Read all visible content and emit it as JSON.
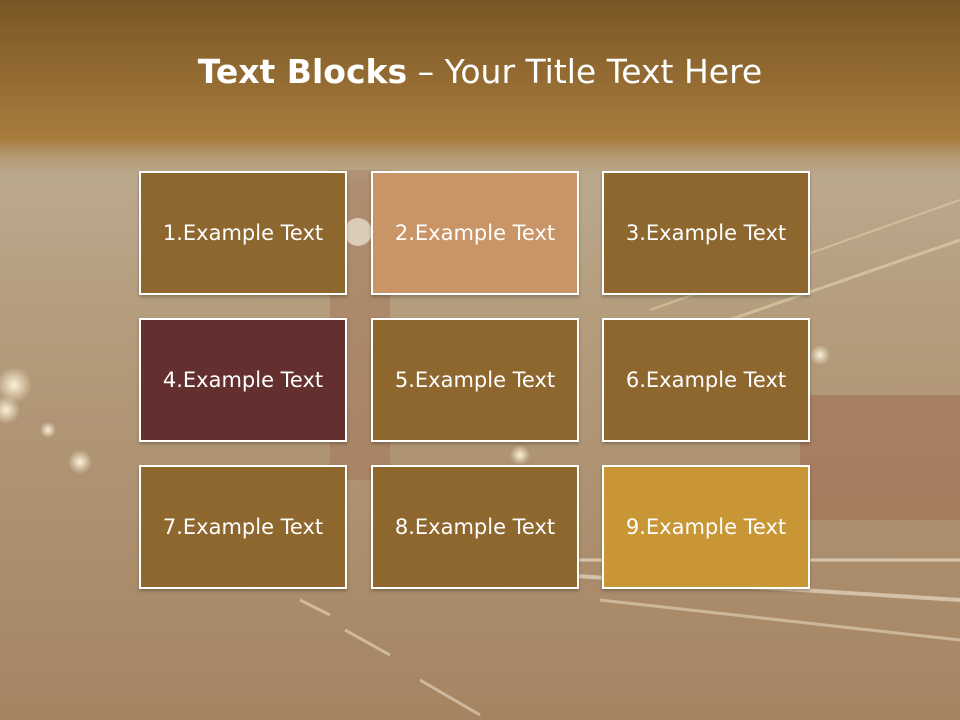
{
  "title": {
    "bold": "Text Blocks",
    "separator": " – ",
    "rest": "Your Title Text Here"
  },
  "colors": {
    "header_top": "#7a5626",
    "header_bottom": "#a77c3c",
    "block_default": "#8e672f",
    "block_light": "#c99466",
    "block_dark": "#642f2f",
    "block_gold": "#c99635"
  },
  "blocks": [
    {
      "label": "1.Example Text",
      "color": "#8e672f"
    },
    {
      "label": "2.Example Text",
      "color": "#c99466"
    },
    {
      "label": "3.Example Text",
      "color": "#8e672f"
    },
    {
      "label": "4.Example Text",
      "color": "#642f2f"
    },
    {
      "label": "5.Example Text",
      "color": "#8e672f"
    },
    {
      "label": "6.Example Text",
      "color": "#8e672f"
    },
    {
      "label": "7.Example Text",
      "color": "#8e672f"
    },
    {
      "label": "8.Example Text",
      "color": "#8e672f"
    },
    {
      "label": "9.Example Text",
      "color": "#c99635"
    }
  ]
}
